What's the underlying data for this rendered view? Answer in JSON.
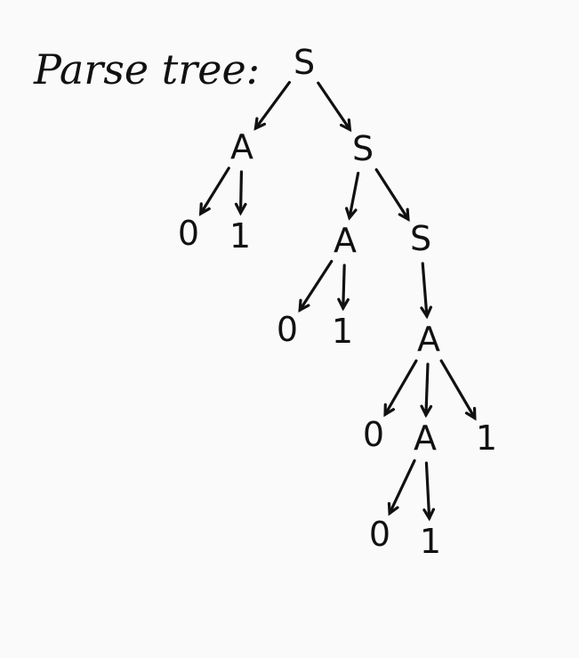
{
  "title": "Parse tree:",
  "tree": {
    "label": "S",
    "children": [
      {
        "label": "A",
        "children": [
          {
            "label": "0",
            "children": []
          },
          {
            "label": "1",
            "children": []
          }
        ]
      },
      {
        "label": "S",
        "children": [
          {
            "label": "A",
            "children": [
              {
                "label": "0",
                "children": []
              },
              {
                "label": "1",
                "children": []
              }
            ]
          },
          {
            "label": "S",
            "children": [
              {
                "label": "A",
                "children": [
                  {
                    "label": "0",
                    "children": []
                  },
                  {
                    "label": "A",
                    "children": [
                      {
                        "label": "0",
                        "children": []
                      },
                      {
                        "label": "1",
                        "children": []
                      }
                    ]
                  },
                  {
                    "label": "1",
                    "children": []
                  }
                ]
              }
            ]
          }
        ]
      }
    ]
  },
  "colors": {
    "background": "#fafafa",
    "ink": "#111111"
  }
}
